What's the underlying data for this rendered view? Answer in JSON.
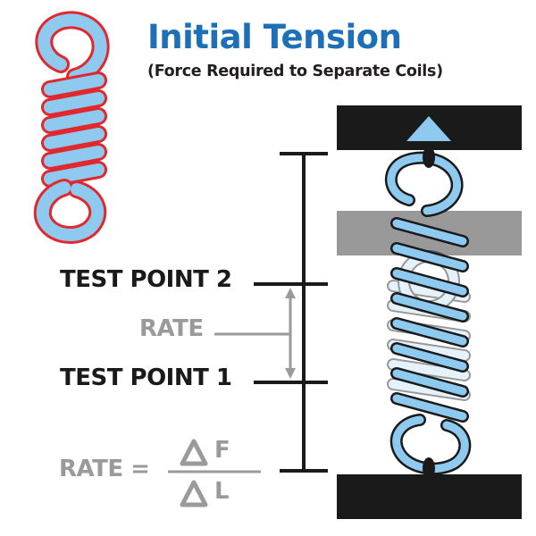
{
  "title": "Initial Tension",
  "subtitle": "(Force Required to Separate Coils)",
  "labels": {
    "test_point_2": "TEST POINT 2",
    "test_point_1": "TEST POINT 1",
    "rate_middle": "RATE",
    "rate_formula_left": "RATE =",
    "numerator": "F",
    "denominator": "L"
  },
  "icons": {
    "delta": "delta-triangle-icon",
    "arrow": "up-arrow-icon"
  },
  "colors": {
    "title_blue": "#1d6fb8",
    "spring_fill": "#8ecaf0",
    "spring_outline_small": "#e0282e",
    "dark": "#1a1a1a",
    "gray_text": "#9a9a9a",
    "gray_bar": "#999999"
  }
}
